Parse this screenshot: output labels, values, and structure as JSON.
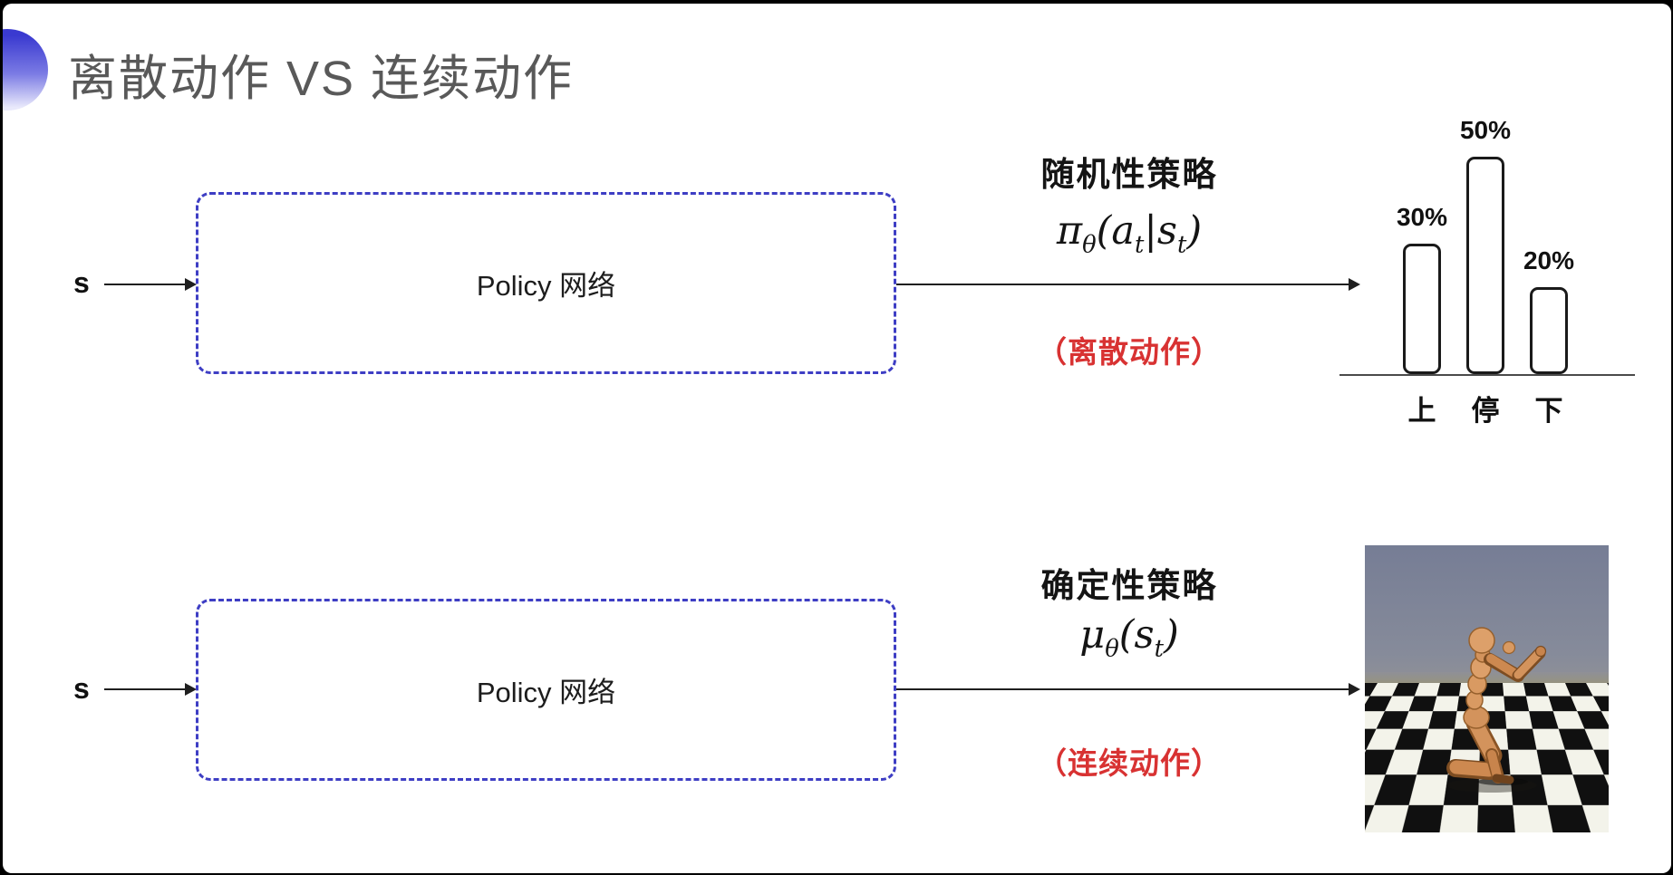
{
  "title": "离散动作 VS 连续动作",
  "colors": {
    "accent_blue": "#3e3ec4",
    "action_red": "#d83232",
    "title_gray": "#595959"
  },
  "top_flow": {
    "input_label": "s",
    "box_label": "Policy 网络",
    "policy_type": "随机性策略",
    "formula": {
      "fn": "π",
      "fnsub": "θ",
      "lp": "(",
      "a": "a",
      "asub": "t",
      "bar": "|",
      "s": "s",
      "ssub": "t",
      "rp": ")"
    },
    "action_type": "（离散动作）"
  },
  "bottom_flow": {
    "input_label": "s",
    "box_label": "Policy 网络",
    "policy_type": "确定性策略",
    "formula": {
      "fn": "μ",
      "fnsub": "θ",
      "lp": "(",
      "s": "s",
      "ssub": "t",
      "rp": ")"
    },
    "action_type": "（连续动作）"
  },
  "chart_data": {
    "type": "bar",
    "categories": [
      "上",
      "停",
      "下"
    ],
    "values": [
      30,
      50,
      20
    ],
    "value_labels": [
      "30%",
      "50%",
      "20%"
    ],
    "title": "",
    "xlabel": "",
    "ylabel": "",
    "ylim": [
      0,
      55
    ],
    "legend": "none",
    "grid": false,
    "style": "white outlined rounded bars over a single baseline"
  },
  "simulation_image": {
    "alt": "humanoid-robot-simulation"
  }
}
